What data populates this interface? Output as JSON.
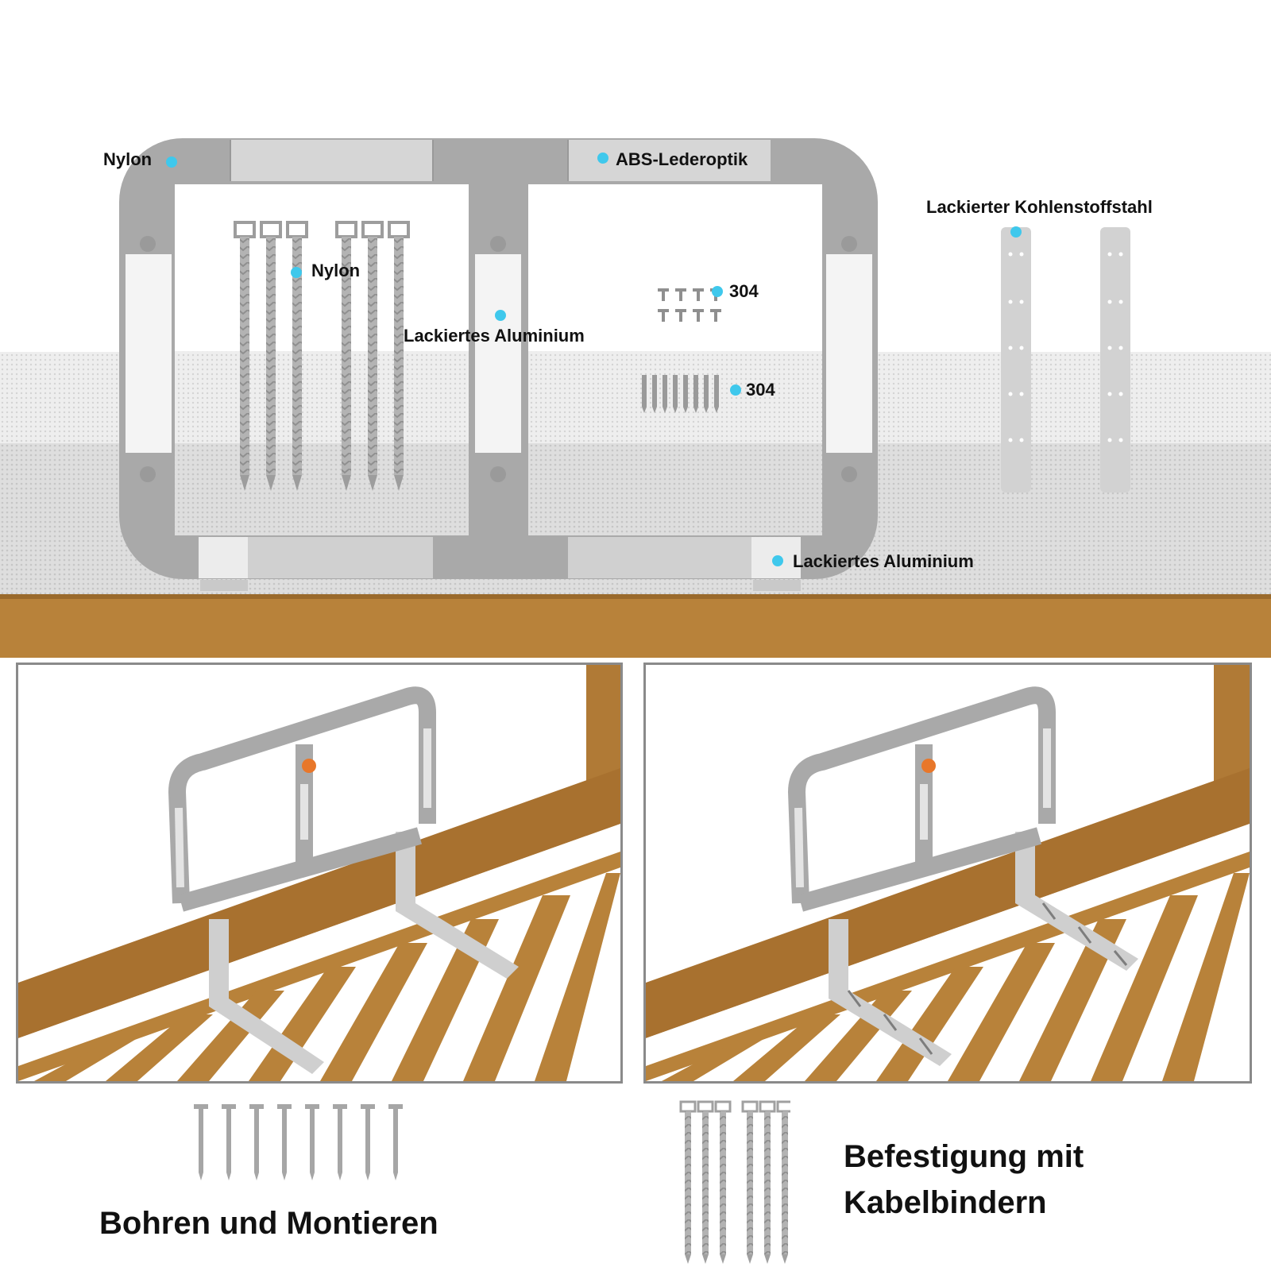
{
  "hero": {
    "labels": {
      "nylon_top": "Nylon",
      "abs": "ABS-Lederoptik",
      "nylon_ties": "Nylon",
      "aluminium_middle": "Lackiertes Aluminium",
      "screws_304_a": "304",
      "screws_304_b": "304",
      "steel": "Lackierter Kohlenstoffstahl",
      "aluminium_bottom": "Lackiertes Aluminium"
    },
    "colors": {
      "label_dot": "#3fc8ec",
      "frame_grey": "#a9a9a9",
      "wood": "#b8823a",
      "knob": "#e8772a"
    }
  },
  "captions": {
    "drill": "Bohren und Montieren",
    "ties_line1": "Befestigung mit",
    "ties_line2": "Kabelbindern"
  }
}
